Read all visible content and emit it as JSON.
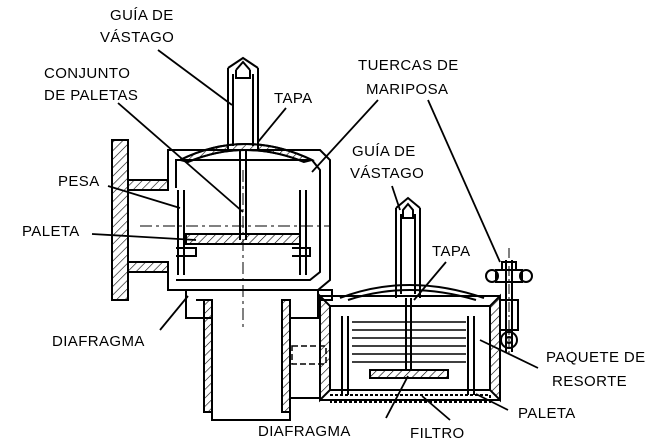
{
  "colors": {
    "ink": "#000000",
    "paper": "#ffffff"
  },
  "labels": {
    "stem_guide_top": [
      "GUÍA DE",
      "VÁSTAGO"
    ],
    "pallet_assembly": [
      "CONJUNTO",
      "DE PALETAS"
    ],
    "cap_top": "TAPA",
    "wing_nuts": [
      "TUERCAS DE",
      "MARIPOSA"
    ],
    "stem_guide_right": [
      "GUÍA DE",
      "VÁSTAGO"
    ],
    "weight": "PESA",
    "pallet_left": "PALETA",
    "cap_right": "TAPA",
    "diaphragm_left": "DIAFRAGMA",
    "spring_pack": [
      "PAQUETE DE",
      "RESORTE"
    ],
    "pallet_right": "PALETA",
    "diaphragm_bottom": "DIAFRAGMA",
    "filter": "FILTRO"
  }
}
